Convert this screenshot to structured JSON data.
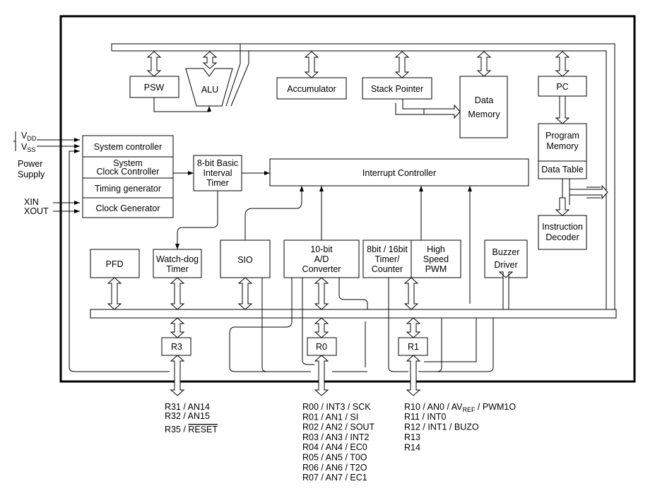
{
  "blocks": {
    "psw": "PSW",
    "alu": "ALU",
    "accumulator": "Accumulator",
    "stack_pointer": "Stack Pointer",
    "data_memory": [
      "Data",
      "Memory"
    ],
    "pc": "PC",
    "program_memory": [
      "Program",
      "Memory"
    ],
    "data_table": "Data Table",
    "instruction_decoder": [
      "Instruction",
      "Decoder"
    ],
    "system_controller": "System controller",
    "system_clock_controller": [
      "System",
      "Clock Controller"
    ],
    "timing_generator": "Timing generator",
    "clock_generator": "Clock Generator",
    "basic_interval_timer": [
      "8-bit Basic",
      "Interval",
      "Timer"
    ],
    "interrupt_controller": "Interrupt Controller",
    "pfd": "PFD",
    "watchdog_timer": [
      "Watch-dog",
      "Timer"
    ],
    "sio": "SIO",
    "ad_converter": [
      "10-bit",
      "A/D",
      "Converter"
    ],
    "timer_counter": [
      "8bit / 16bit",
      "Timer/",
      "Counter"
    ],
    "high_speed_pwm": [
      "High",
      "Speed",
      "PWM"
    ],
    "buzzer_driver": [
      "Buzzer",
      "Driver"
    ],
    "r3": "R3",
    "r0": "R0",
    "r1": "R1"
  },
  "power": {
    "vdd_main": "V",
    "vdd_sub": "DD",
    "vss_main": "V",
    "vss_sub": "SS",
    "label": [
      "Power",
      "Supply"
    ]
  },
  "clock_pins": [
    "XIN",
    "XOUT"
  ],
  "pins": {
    "r3": [
      "R31 / AN14",
      "R32 / AN15"
    ],
    "r3_reset_prefix": "R35 / ",
    "r3_reset": "RESET",
    "r0": [
      "R00 / INT3 / SCK",
      "R01 / AN1 / SI",
      "R02 / AN2 / SOUT",
      "R03 / AN3 / INT2",
      "R04 / AN4 / EC0",
      "R05 / AN5 / T0O",
      "R06 / AN6 / T2O",
      "R07 / AN7 / EC1"
    ],
    "r1_first_a": "R10 / AN0 / AV",
    "r1_first_sub": "REF",
    "r1_first_b": " / PWM1O",
    "r1": [
      "R11 / INT0",
      "R12 / INT1 / BUZO",
      "R13",
      "R14"
    ]
  }
}
